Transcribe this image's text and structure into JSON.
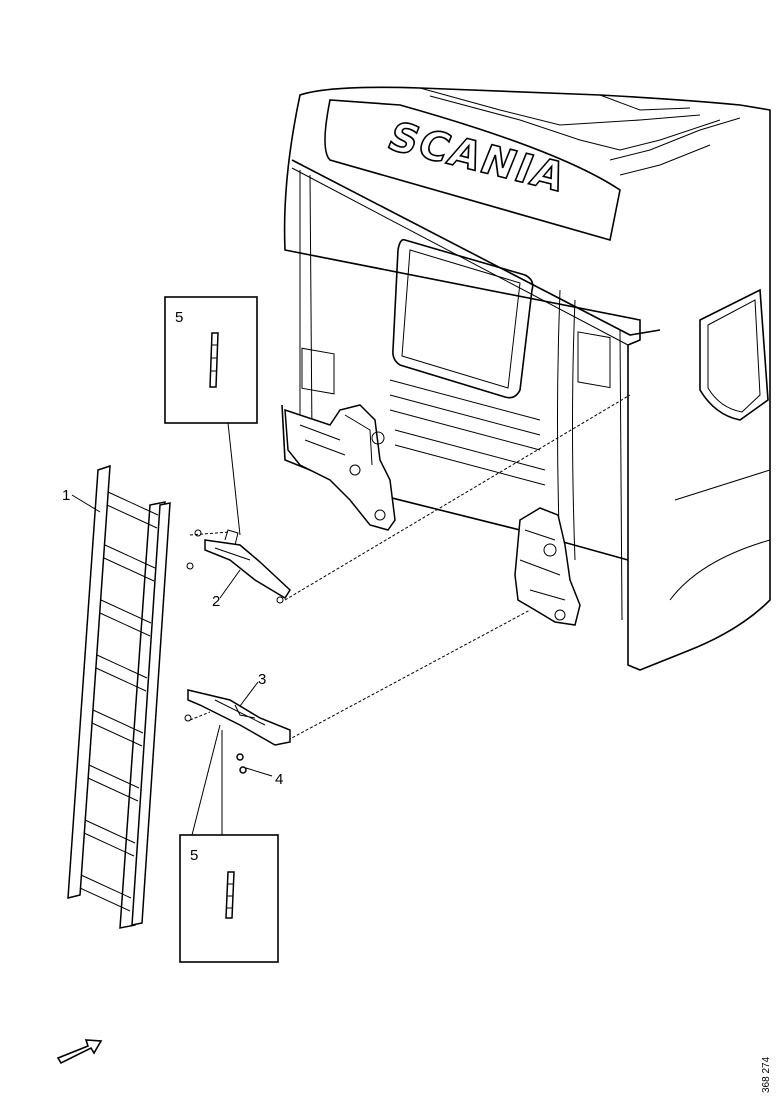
{
  "diagram": {
    "brand_text": "SCANIA",
    "drawing_reference": "368 274",
    "callouts": {
      "ladder": "1",
      "upper_bracket": "2",
      "lower_bracket": "3",
      "nuts": "4",
      "detail_upper": "5",
      "detail_lower": "5"
    },
    "icons": {
      "direction_arrow": "forward-arrow-icon"
    }
  }
}
